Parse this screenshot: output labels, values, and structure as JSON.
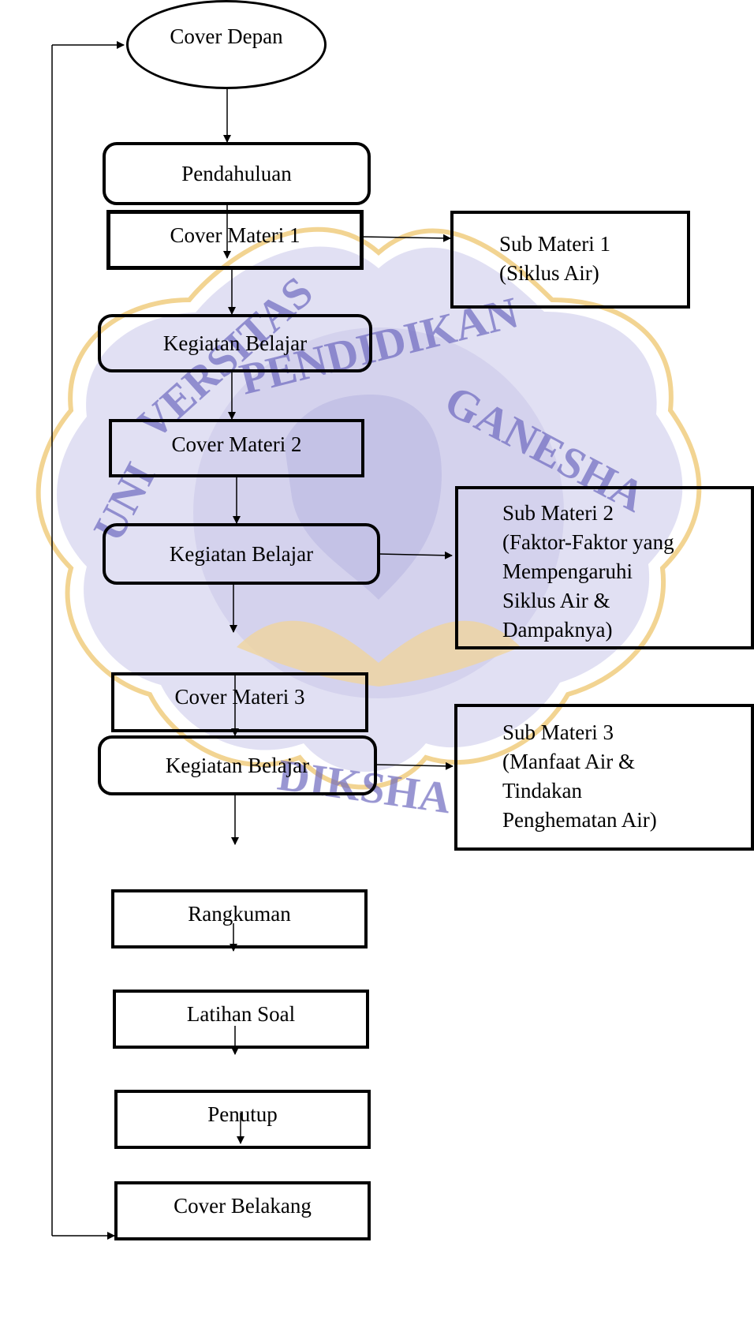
{
  "nodes": {
    "cover_depan": "Cover Depan",
    "pendahuluan": "Pendahuluan",
    "cover_materi_1": "Cover Materi 1",
    "kegiatan_belajar_1": "Kegiatan Belajar",
    "cover_materi_2": "Cover Materi 2",
    "kegiatan_belajar_2": "Kegiatan Belajar",
    "cover_materi_3": "Cover Materi 3",
    "kegiatan_belajar_3": "Kegiatan Belajar",
    "rangkuman": "Rangkuman",
    "latihan_soal": "Latihan Soal",
    "penutup": "Penutup",
    "cover_belakang": "Cover Belakang"
  },
  "sub_materi": {
    "sub1": [
      "Sub Materi 1",
      "(Siklus Air)"
    ],
    "sub2": [
      "Sub Materi 2",
      "(Faktor-Faktor yang",
      "Mempengaruhi",
      "Siklus Air &",
      "Dampaknya)"
    ],
    "sub3": [
      "Sub Materi 3",
      "(Manfaat Air &",
      "Tindakan",
      "Penghematan Air)"
    ]
  },
  "watermark": {
    "text": "UNIVERSITAS PENDIDIKAN GANESHA",
    "color": "#7d7ac2",
    "accent": "#e9b23a"
  }
}
